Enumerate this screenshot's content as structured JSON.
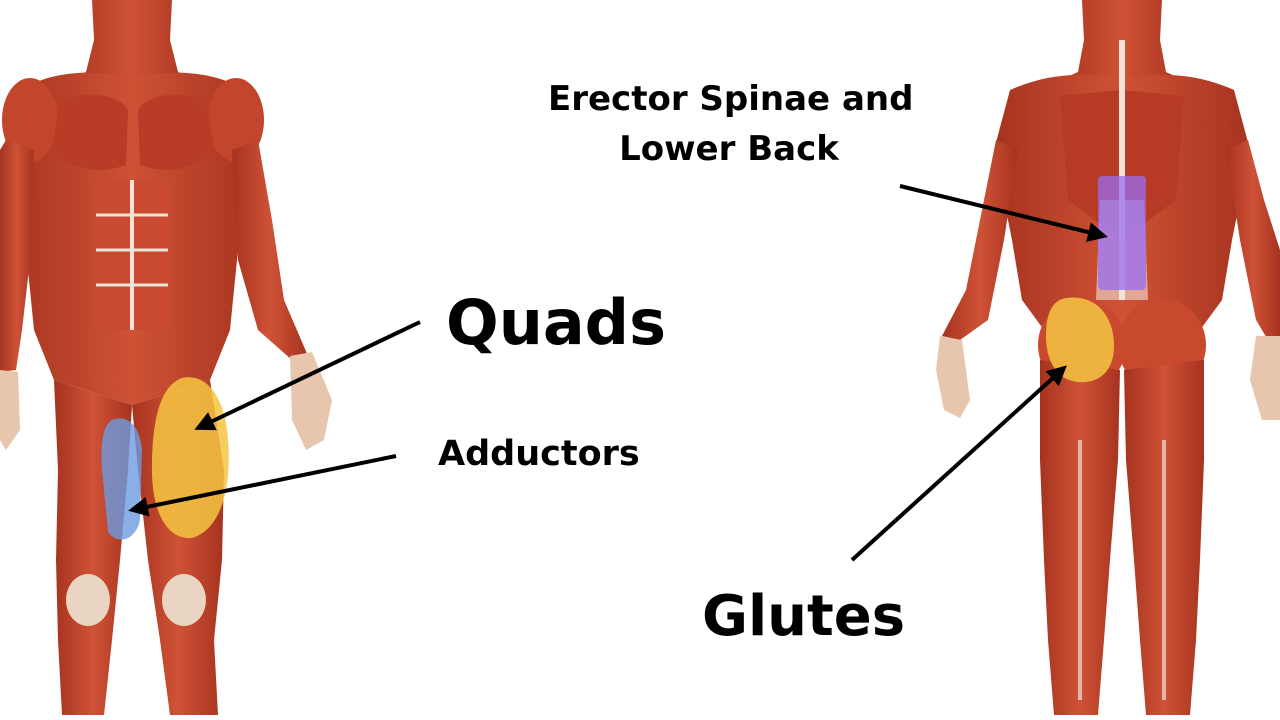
{
  "labels": {
    "erector_line1": "Erector Spinae and",
    "erector_line2": "Lower Back",
    "quads": "Quads",
    "adductors": "Adductors",
    "glutes": "Glutes"
  },
  "colors": {
    "background": "#ffffff",
    "skin": "#ecd3bf",
    "muscle": "#c4452c",
    "muscle_dark": "#9c2e1c",
    "tendon": "#efe4d6",
    "quads_highlight": "#f5c542",
    "adductors_highlight": "#6d9be0",
    "erector_highlight": "#9a6cf0",
    "glutes_highlight": "#f5c542",
    "text": "#000000",
    "arrow": "#000000"
  }
}
